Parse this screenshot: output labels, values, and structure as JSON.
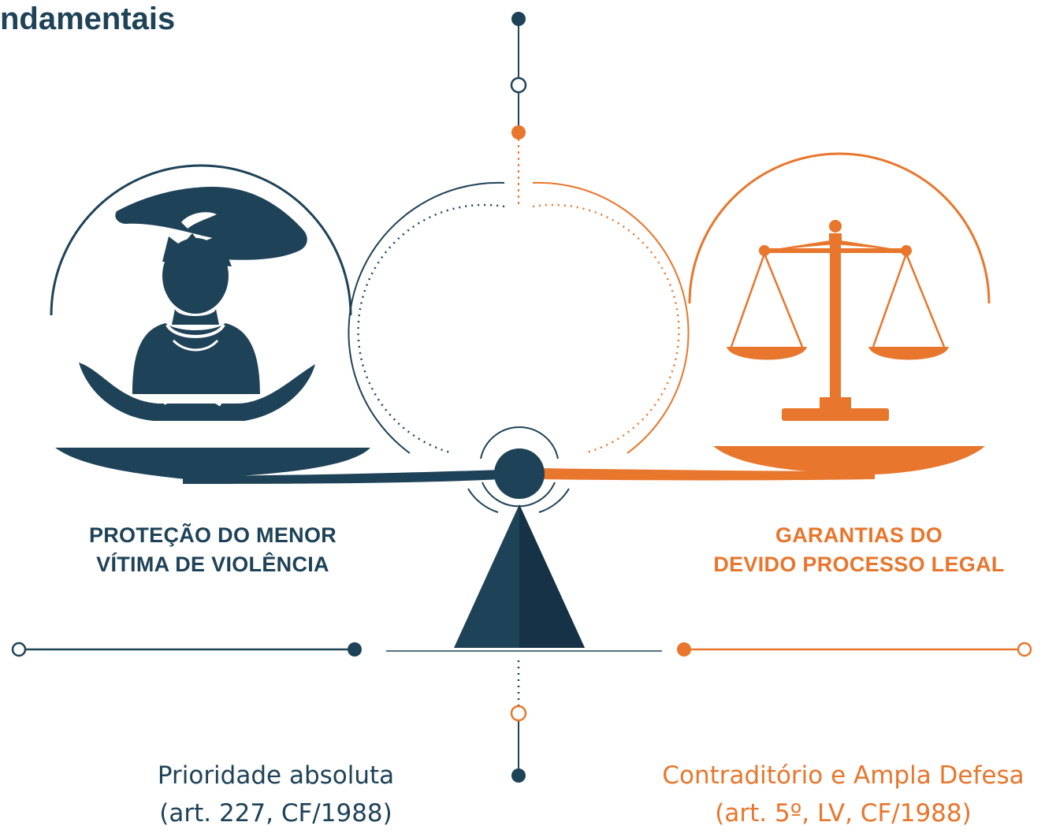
{
  "title": "ndamentais",
  "left": {
    "heading_line1": "PROTEÇÃO DO MENOR",
    "heading_line2": "VÍTIMA DE VIOLÊNCIA",
    "sub_line1": "Prioridade absoluta",
    "sub_line2": "(art. 227, CF/1988)",
    "icon": "protected-child-icon"
  },
  "right": {
    "heading_line1": "GARANTIAS DO",
    "heading_line2": "DEVIDO PROCESSO LEGAL",
    "sub_line1": "Contraditório e Ampla Defesa",
    "sub_line2": "(art. 5º, LV, CF/1988)",
    "icon": "scales-of-justice-icon"
  },
  "colors": {
    "navy": "#1e4257",
    "orange": "#e8762c"
  }
}
